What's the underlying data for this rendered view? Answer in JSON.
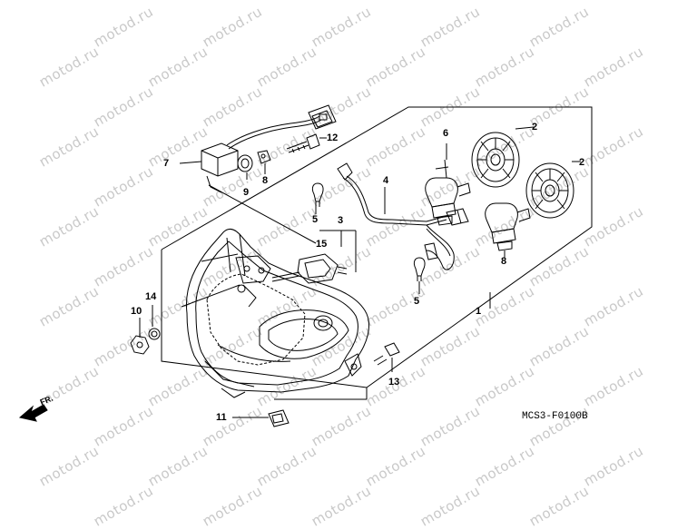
{
  "watermark": "motod.ru",
  "diagram_code": "MCS3-F0100B",
  "front_marker": "FR.",
  "callouts": [
    "1",
    "2",
    "2",
    "3",
    "4",
    "5",
    "5",
    "6",
    "7",
    "8",
    "8",
    "9",
    "10",
    "11",
    "12",
    "13",
    "14",
    "15"
  ]
}
